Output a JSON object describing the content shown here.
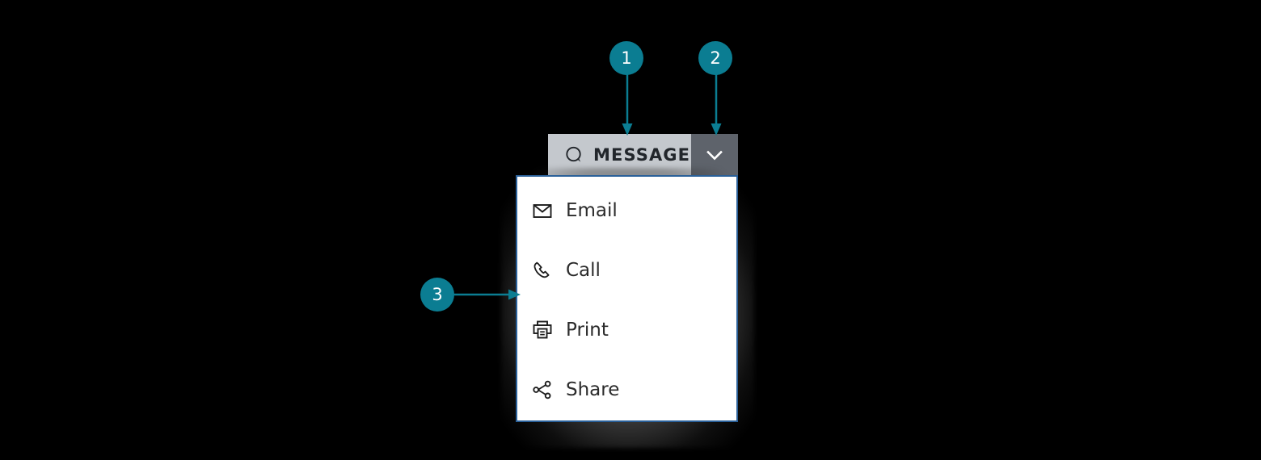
{
  "theme": {
    "background": "#000000",
    "callout_color": "#0b7d92",
    "button_face": "#c4c8cd",
    "button_toggle_face": "#5e636b",
    "menu_border": "#2a6099",
    "menu_background": "#ffffff",
    "text_color": "#2b2b2b"
  },
  "split_button": {
    "icon": "speech-bubble-icon",
    "label": "MESSAGE",
    "toggle_icon": "chevron-down-icon"
  },
  "dropdown_menu": {
    "items": [
      {
        "icon": "envelope-icon",
        "label": "Email"
      },
      {
        "icon": "phone-icon",
        "label": "Call"
      },
      {
        "icon": "printer-icon",
        "label": "Print"
      },
      {
        "icon": "share-icon",
        "label": "Share"
      }
    ]
  },
  "callouts": [
    {
      "number": "1",
      "target": "split-button-main"
    },
    {
      "number": "2",
      "target": "split-button-toggle"
    },
    {
      "number": "3",
      "target": "dropdown-menu"
    }
  ]
}
